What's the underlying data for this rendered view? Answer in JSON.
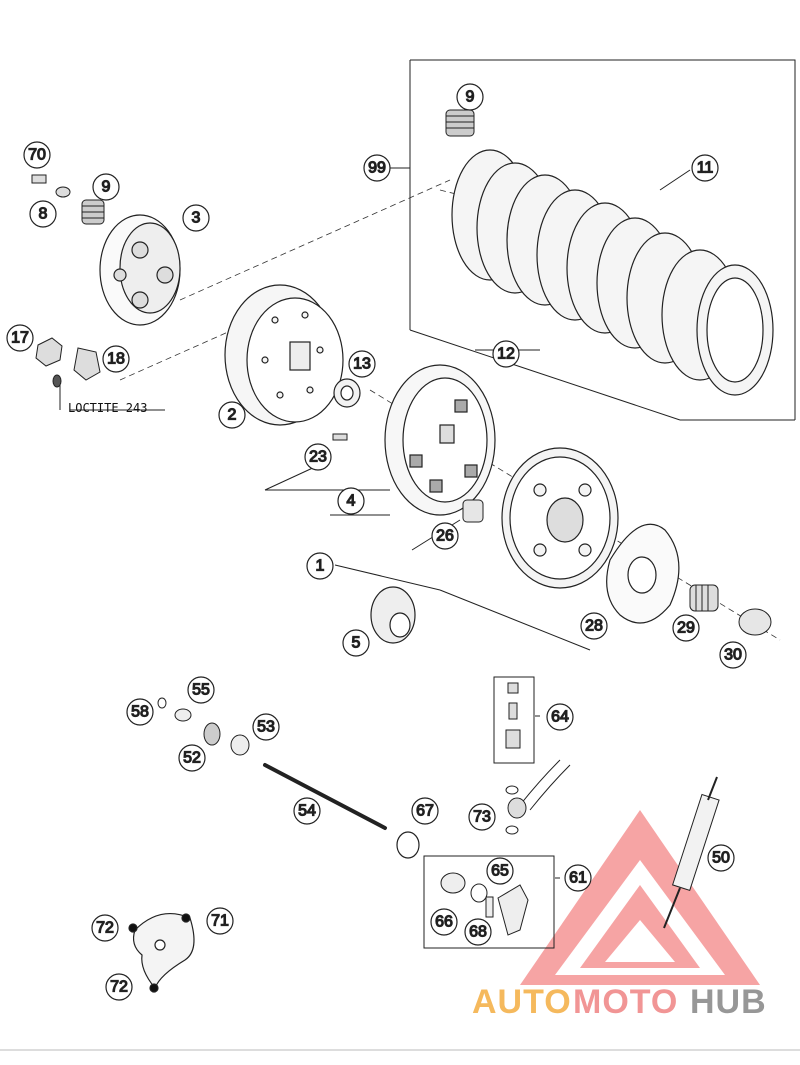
{
  "diagram": {
    "loctite_label": "LOCTITE 243",
    "callouts": [
      "70",
      "8",
      "9",
      "3",
      "17",
      "18",
      "2",
      "13",
      "23",
      "4",
      "1",
      "26",
      "5",
      "28",
      "29",
      "30",
      "99",
      "11",
      "12",
      "58",
      "55",
      "52",
      "53",
      "54",
      "64",
      "73",
      "67",
      "65",
      "61",
      "50",
      "66",
      "68",
      "72",
      "71"
    ],
    "extra_callout_9b": "9",
    "extra_callout_72b": "72"
  },
  "watermark": {
    "part1": "AUTO",
    "part2": "MOTO",
    "part3": "HUB",
    "colors": {
      "part1": "#f4b24c",
      "part2": "#f08a8a",
      "part3": "#8c8c8c",
      "logo": "#f05a5a"
    }
  }
}
